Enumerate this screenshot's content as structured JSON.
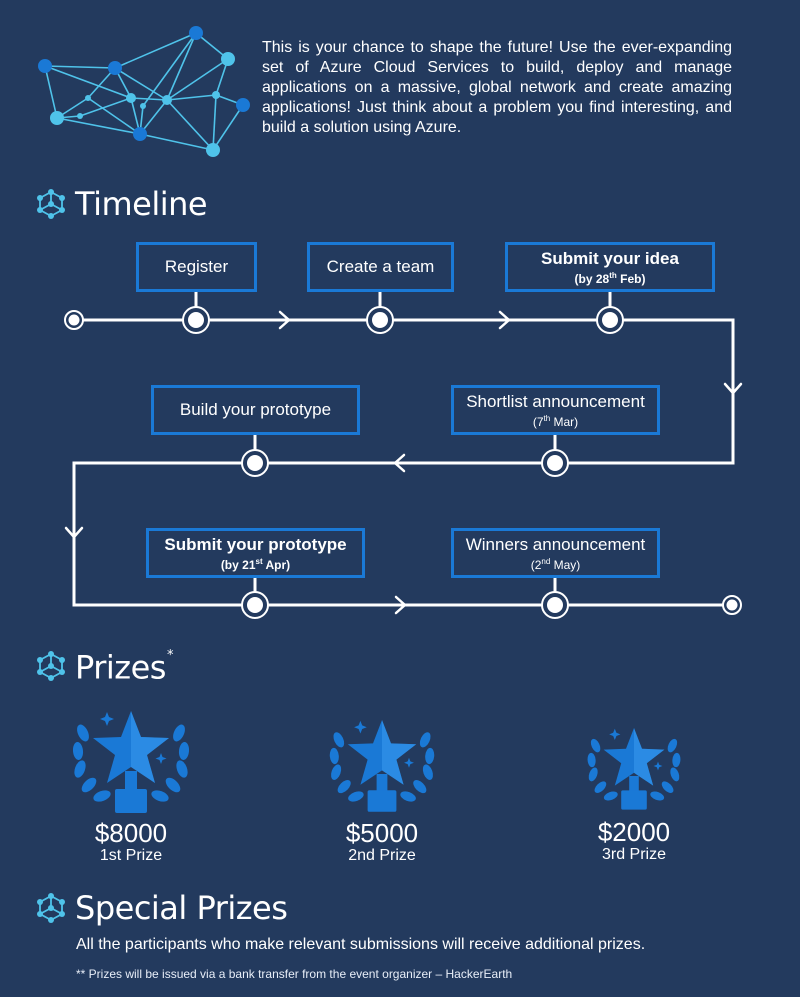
{
  "intro": {
    "text": "This is your chance to shape the future! Use the ever-expanding set of Azure Cloud Services to build, deploy and manage applications on a massive, global network and create amazing applications! Just think about a problem you find interesting, and build a solution using Azure."
  },
  "sections": {
    "timeline": {
      "title": "Timeline"
    },
    "prizes": {
      "title": "Prizes",
      "marker": "*"
    },
    "special": {
      "title": "Special Prizes"
    }
  },
  "timeline": {
    "register": {
      "label": "Register"
    },
    "create_team": {
      "label": "Create a team"
    },
    "submit_idea": {
      "label": "Submit your idea",
      "sub_pre": "(by 28",
      "sub_sup": "th",
      "sub_post": " Feb)"
    },
    "shortlist": {
      "label": "Shortlist announcement",
      "sub_pre": "(7",
      "sub_sup": "th",
      "sub_post": " Mar)"
    },
    "build_prototype": {
      "label": "Build your prototype"
    },
    "submit_prototype": {
      "label": "Submit your prototype",
      "sub_pre": "(by 21",
      "sub_sup": "st",
      "sub_post": " Apr)"
    },
    "winners": {
      "label": "Winners announcement",
      "sub_pre": "(2",
      "sub_sup": "nd",
      "sub_post": " May)"
    }
  },
  "prizes": [
    {
      "amount": "$8000",
      "place": "1st Prize",
      "icon": "star-trophy-icon"
    },
    {
      "amount": "$5000",
      "place": "2nd Prize",
      "icon": "star-trophy-icon"
    },
    {
      "amount": "$2000",
      "place": "3rd Prize",
      "icon": "star-trophy-icon"
    }
  ],
  "special": {
    "text": "All the participants who make relevant submissions will receive additional prizes.",
    "footnote": "** Prizes will be issued via a bank transfer from the event organizer – HackerEarth"
  },
  "colors": {
    "background": "#233a5e",
    "accent_blue": "#1a79d6",
    "light_blue": "#4fc3ea",
    "line": "#ffffff"
  },
  "icons": {
    "network": "network-graph-icon",
    "heading": "network-node-icon"
  }
}
